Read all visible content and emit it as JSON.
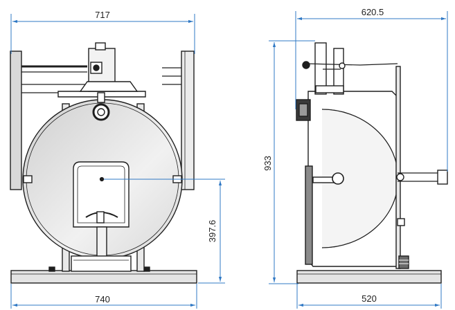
{
  "colors": {
    "dimension": "#2f78c4",
    "line": "#1e1e1e",
    "shade": "#7c7c7c",
    "light": "#f3f3f3",
    "background": "#ffffff"
  },
  "dimensions": {
    "front_top_width": "717",
    "front_base_width": "740",
    "front_center_height": "397.6",
    "side_top_width": "620.5",
    "side_height": "933",
    "side_base_width": "520"
  }
}
